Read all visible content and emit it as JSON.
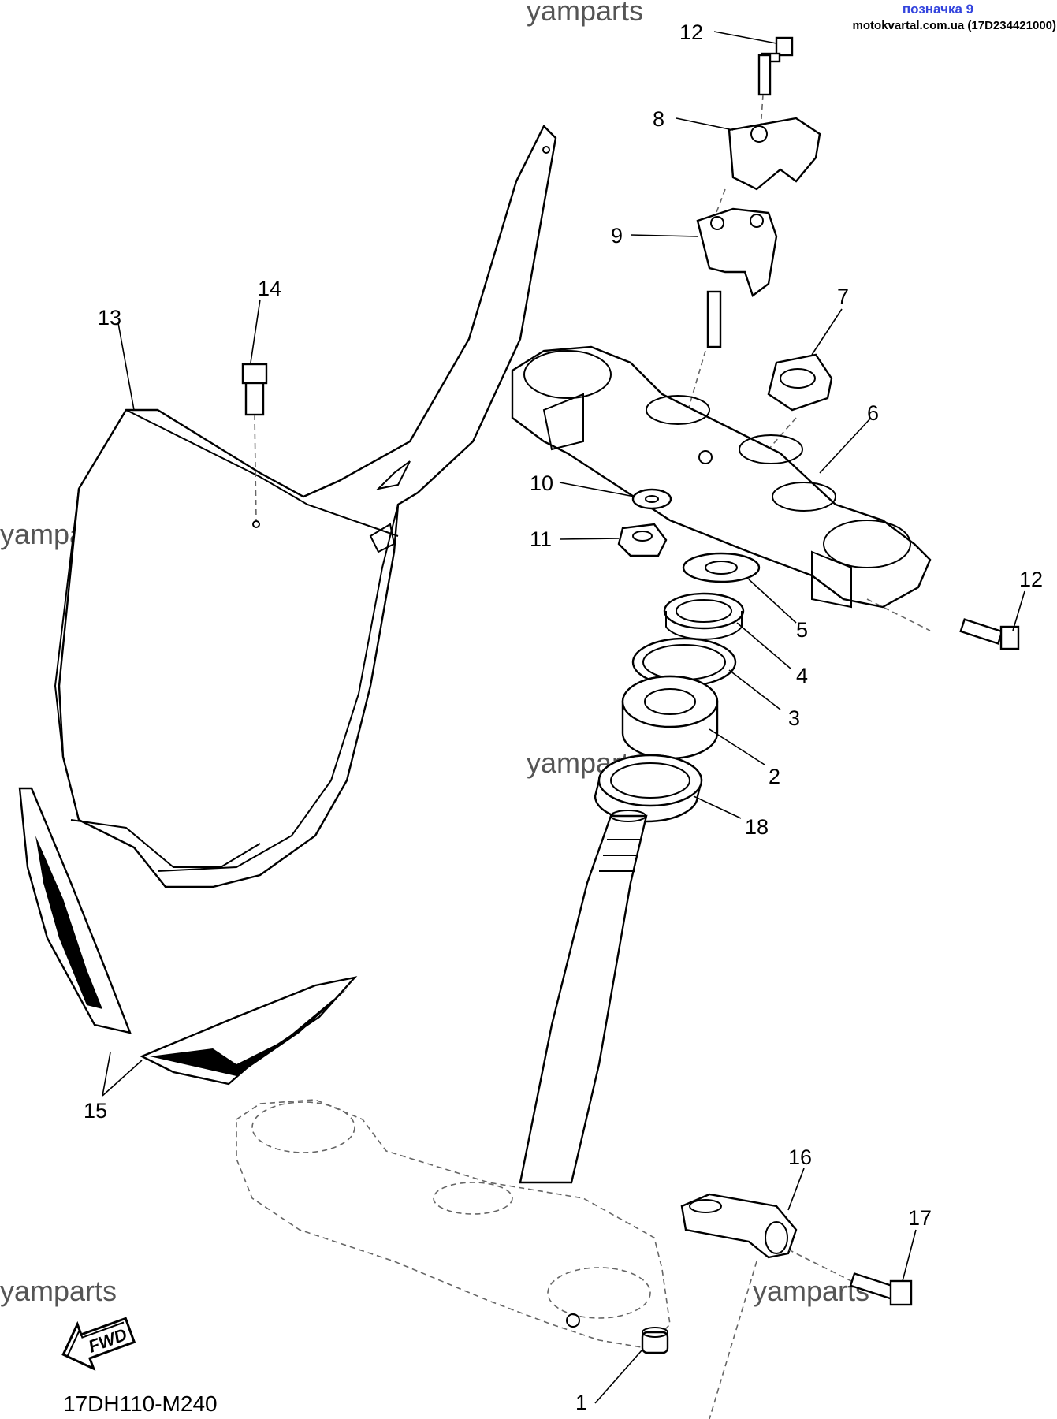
{
  "header": {
    "label_link": "позначка 9",
    "source": "motokvartal.com.ua (17D234421000)"
  },
  "watermark": "yamparts",
  "diagram_code": "17DH110-M240",
  "fwd_badge": "FWD",
  "parts": {
    "p1": "1",
    "p2": "2",
    "p3": "3",
    "p4": "4",
    "p5": "5",
    "p6": "6",
    "p7": "7",
    "p8": "8",
    "p9": "9",
    "p10": "10",
    "p11": "11",
    "p12a": "12",
    "p12b": "12",
    "p13": "13",
    "p14": "14",
    "p15": "15",
    "p16": "16",
    "p17": "17",
    "p18": "18"
  },
  "colors": {
    "line": "#000000",
    "watermark": "#555555",
    "link": "#3344dd"
  }
}
